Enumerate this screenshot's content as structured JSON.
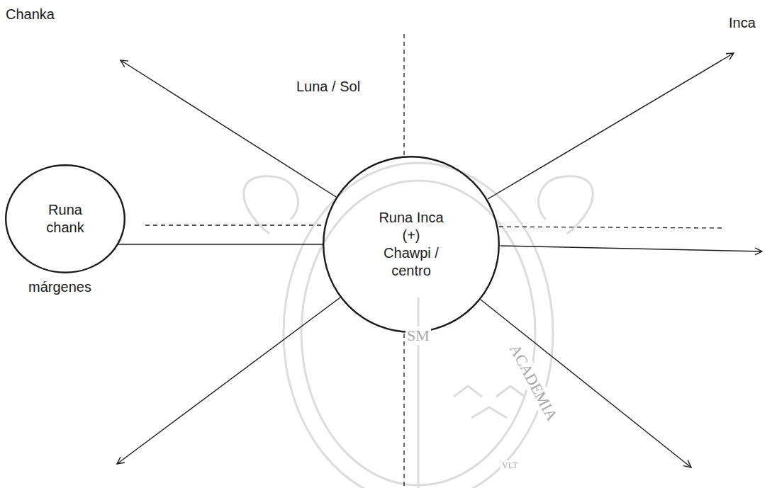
{
  "diagram": {
    "nodes": [
      {
        "text": [
          "Runa chank"
        ]
      },
      {
        "text": [
          "Runa Inca (+) Chawpi / centro"
        ]
      }
    ],
    "edges": [
      {
        "from": 0,
        "to": 1,
        "arrow": "none"
      }
    ],
    "labels": [
      "Chanka",
      "Inca",
      "Luna / Sol",
      "márgenes",
      "SM",
      "ACADEMIA",
      "VLT"
    ]
  }
}
